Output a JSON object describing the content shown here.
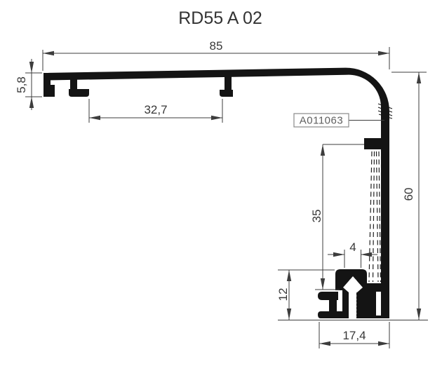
{
  "title": "RD55 A 02",
  "part_label": "A011063",
  "dimensions": {
    "overall_width": "85",
    "front_edge_height": "5,8",
    "groove_spacing": "32,7",
    "overall_height": "60",
    "glazing_height": "35",
    "screw_slot_width": "4",
    "foot_height": "12",
    "foot_width": "17,4"
  },
  "colors": {
    "profile": "#141414",
    "dimension_lines": "#3d3d3d",
    "dimension_text": "#383838",
    "part_label_text": "#5f5f5f",
    "part_label_border": "#8a8a8a",
    "background": "#ffffff"
  }
}
